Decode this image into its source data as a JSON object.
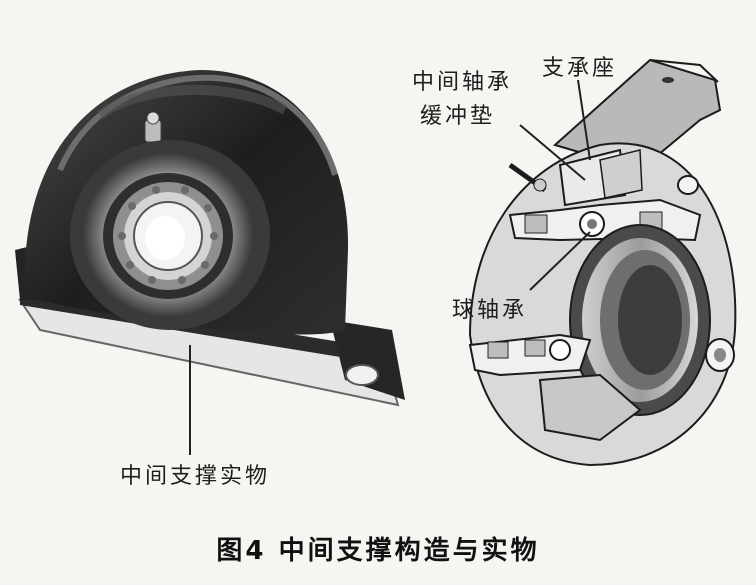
{
  "labels": {
    "physical_support": "中间支撑实物",
    "bearing_cushion_line1": "中间轴承",
    "bearing_cushion_line2": "缓冲垫",
    "support_seat": "支承座",
    "ball_bearing": "球轴承"
  },
  "caption": "图4  中间支撑构造与实物",
  "icons": [
    "bearing-photo-illustration",
    "cutaway-diagram-illustration"
  ]
}
